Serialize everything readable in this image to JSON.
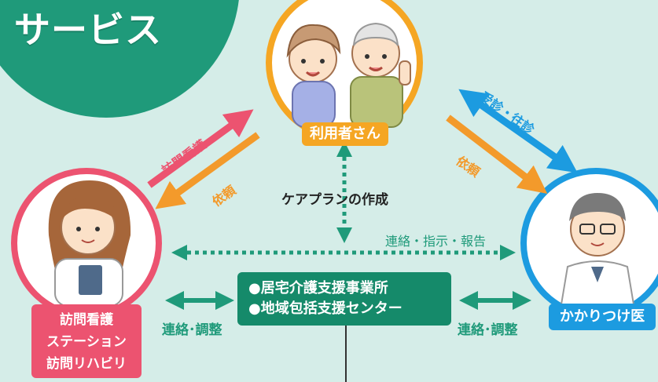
{
  "header": {
    "title": "サービス"
  },
  "nodes": {
    "user": {
      "label": "利用者さん"
    },
    "nurse": {
      "lines": [
        "訪問看護",
        "ステーション",
        "訪問リハビリ"
      ]
    },
    "doctor": {
      "label": "かかりつけ医"
    },
    "center": {
      "lines": [
        "●居宅介護支援事業所",
        "●地域包括支援センター"
      ]
    }
  },
  "edges": {
    "visit_nursing": "訪問看護",
    "request_left": "依頼",
    "consult_visit": "受診・往診",
    "request_right": "依頼",
    "care_plan": "ケアプランの作成",
    "liaison": "連絡・指示・報告",
    "coord_left": "連絡･調整",
    "coord_right": "連絡･調整"
  },
  "colors": {
    "background": "#d5ede8",
    "teal": "#1f9a7a",
    "dark_green": "#158a6a",
    "pink": "#ec5370",
    "orange": "#f39a2b",
    "blue": "#1c9be0",
    "node_border": "#f5a623"
  }
}
